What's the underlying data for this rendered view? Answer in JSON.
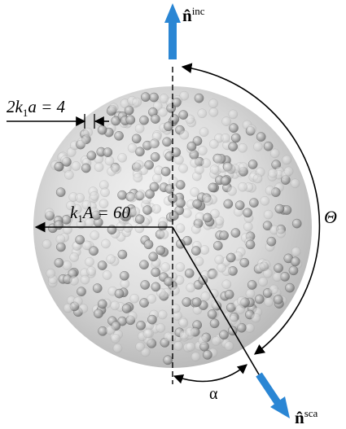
{
  "labels": {
    "n_inc": {
      "base": "n̂",
      "sup": "inc"
    },
    "n_sca": {
      "base": "n̂",
      "sup": "sca"
    },
    "theta": "Θ",
    "alpha": "α",
    "particle": {
      "k": "2k",
      "sub": "1",
      "rest": "a = 4"
    },
    "sphere": {
      "k": "k",
      "sub": "1",
      "rest": "A = 60"
    }
  },
  "colors": {
    "arrow_blue": "#2a86d4",
    "sphere_fill": "#d8d8d8",
    "particle_fill": "#9a9a9a"
  }
}
